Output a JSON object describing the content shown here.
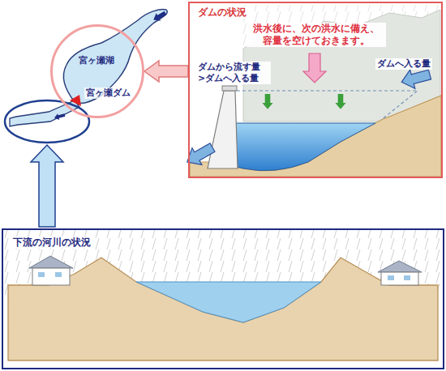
{
  "diagram": {
    "nodes": [
      {
        "text": [
          "宮ヶ瀬湖",
          "宮ヶ瀬ダム"
        ]
      },
      {
        "text": [
          "ダムの状況",
          "洪水後に、次の洪水に備え、 容量を空けておきます。",
          "ダムから流す量 >ダムへ入る量",
          "ダムへ入る量"
        ]
      },
      {
        "text": [
          "下流の河川の状況"
        ]
      }
    ],
    "edges": [
      {
        "from": 1,
        "to": 0,
        "arrow": "to"
      }
    ]
  }
}
